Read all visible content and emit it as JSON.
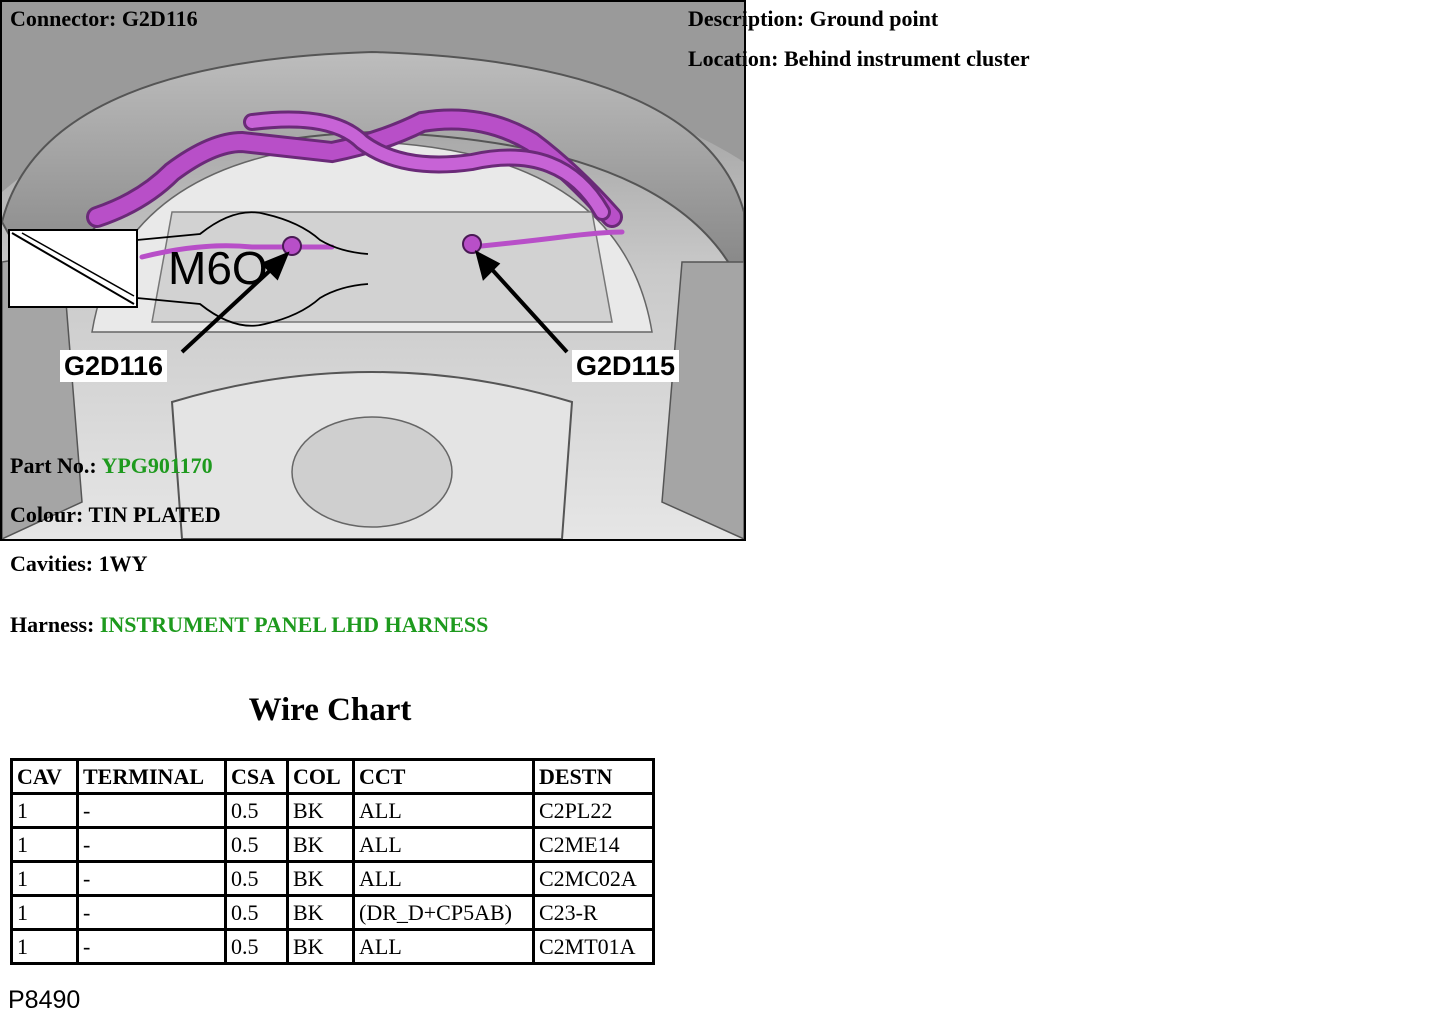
{
  "connector": {
    "label": "Connector:",
    "value": "G2D116"
  },
  "description": {
    "label": "Description:",
    "value": "Ground point"
  },
  "location": {
    "label": "Location:",
    "value": "Behind instrument cluster"
  },
  "terminal": {
    "stud_size": "M6O"
  },
  "photo": {
    "callout_left": "G2D116",
    "callout_right": "G2D115",
    "photo_id": "P8490"
  },
  "part_no": {
    "label": "Part No.:",
    "value": "YPG901170"
  },
  "colour": {
    "label": "Colour:",
    "value": "TIN PLATED"
  },
  "cavities": {
    "label": "Cavities:",
    "value": "1WY"
  },
  "harness": {
    "label": "Harness:",
    "value": "INSTRUMENT PANEL LHD HARNESS"
  },
  "colors": {
    "link_green": "#1e9a1e",
    "wire_purple": "#b84fc8"
  },
  "wire_chart": {
    "title": "Wire Chart",
    "headers": [
      "CAV",
      "TERMINAL",
      "CSA",
      "COL",
      "CCT",
      "DESTN"
    ],
    "rows": [
      [
        "1",
        "-",
        "0.5",
        "BK",
        "ALL",
        "C2PL22"
      ],
      [
        "1",
        "-",
        "0.5",
        "BK",
        "ALL",
        "C2ME14"
      ],
      [
        "1",
        "-",
        "0.5",
        "BK",
        "ALL",
        "C2MC02A"
      ],
      [
        "1",
        "-",
        "0.5",
        "BK",
        "(DR_D+CP5AB)",
        "C23-R"
      ],
      [
        "1",
        "-",
        "0.5",
        "BK",
        "ALL",
        "C2MT01A"
      ]
    ]
  }
}
